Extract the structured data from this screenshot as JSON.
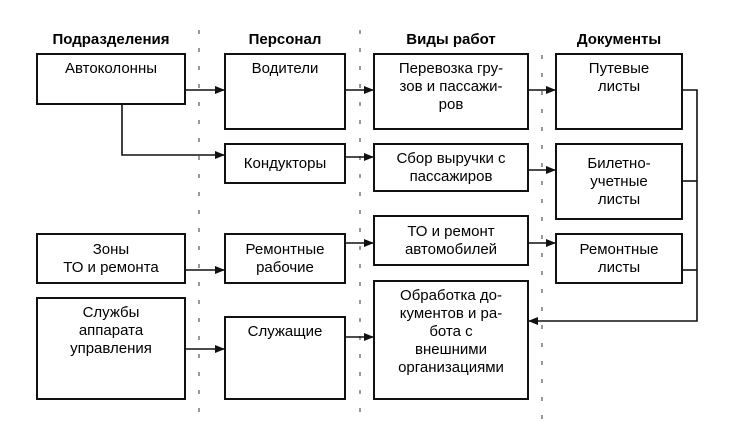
{
  "columns": {
    "departments": "Подразделения",
    "staff": "Персонал",
    "work_types": "Виды работ",
    "documents": "Документы"
  },
  "boxes": {
    "motor_columns": "Автоколонны",
    "drivers": "Водители",
    "transport": [
      "Перевозка гру-",
      "зов и пассажи-",
      "ров"
    ],
    "waybills": [
      "Путевые",
      "листы"
    ],
    "conductors": "Кондукторы",
    "fare_collection": [
      "Сбор выручки с",
      "пассажиров"
    ],
    "ticket_sheets": [
      "Билетно-",
      "учетные",
      "листы"
    ],
    "maintenance_zones": [
      "Зоны",
      "ТО и ремонта"
    ],
    "repair_workers": [
      "Ремонтные",
      "рабочие"
    ],
    "vehicle_maintenance": [
      "ТО и ремонт",
      "автомобилей"
    ],
    "repair_sheets": [
      "Ремонтные",
      "листы"
    ],
    "management_services": [
      "Службы",
      "аппарата",
      "управления"
    ],
    "clerks": "Служащие",
    "document_processing": [
      "Обработка до-",
      "кументов и ра-",
      "бота с",
      "внешними",
      "организациями"
    ]
  }
}
